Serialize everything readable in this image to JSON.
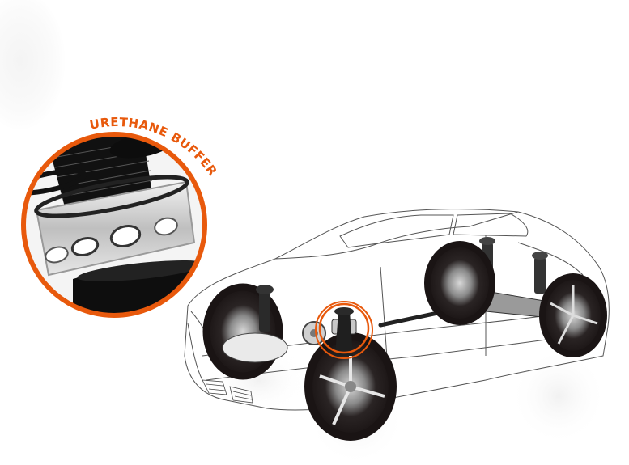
{
  "callout": {
    "label": "URETHANE BUFFER",
    "accent_color": "#e8590c"
  },
  "illustration": {
    "subject": "car-suspension-cutaway",
    "highlight_location": "front-right-strut"
  }
}
